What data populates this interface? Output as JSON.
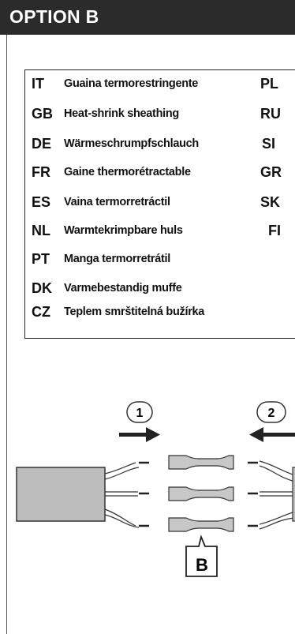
{
  "header": {
    "title": "OPTION B"
  },
  "languages": {
    "left": [
      {
        "code": "IT",
        "term": "Guaina termorestringente"
      },
      {
        "code": "GB",
        "term": "Heat-shrink sheathing"
      },
      {
        "code": "DE",
        "term": "Wärmeschrumpfschlauch"
      },
      {
        "code": "FR",
        "term": "Gaine thermorétractable"
      },
      {
        "code": "ES",
        "term": "Vaina termorretráctil"
      },
      {
        "code": "NL",
        "term": "Warmtekrimpbare huls"
      },
      {
        "code": "PT",
        "term": "Manga termorretrátil"
      },
      {
        "code": "DK",
        "term": "Varmebestandig muffe"
      },
      {
        "code": "CZ",
        "term": "Teplem smrštitelná bužírka"
      }
    ],
    "right": [
      "PL",
      "RU",
      "SI",
      "GR",
      "SK",
      "FI"
    ]
  },
  "diagram": {
    "step1": "1",
    "step2": "2",
    "label_b": "B"
  }
}
